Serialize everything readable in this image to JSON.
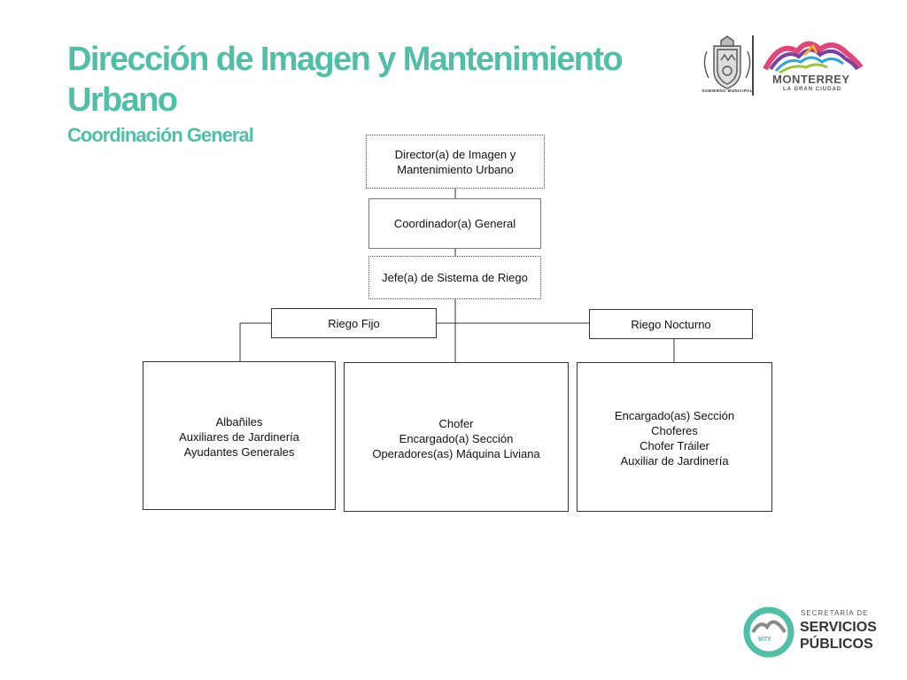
{
  "header": {
    "title": "Dirección de Imagen y Mantenimiento Urbano",
    "subtitle": "Coordinación General"
  },
  "logos": {
    "municipal_caption": "GOBIERNO MUNICIPAL",
    "city_name": "MONTERREY",
    "city_tagline": "LA GRAN CIUDAD",
    "secretaria_line1": "SECRETARÍA DE",
    "secretaria_line2": "SERVICIOS",
    "secretaria_line3": "PÚBLICOS",
    "secretaria_badge": "MTY"
  },
  "org": {
    "director": "Director(a) de Imagen y Mantenimiento Urbano",
    "coordinator": "Coordinador(a) General",
    "jefe": "Jefe(a) de Sistema de Riego",
    "riego_fijo": "Riego Fijo",
    "riego_nocturno": "Riego Nocturno",
    "left_group": [
      "Albañiles",
      "Auxiliares de Jardinería",
      "Ayudantes Generales"
    ],
    "center_group": [
      "Chofer",
      "Encargado(a) Sección",
      "Operadores(as) Máquina Liviana"
    ],
    "right_group": [
      "Encargado(as) Sección",
      "Choferes",
      "Chofer Tráiler",
      "Auxiliar de Jardinería"
    ]
  },
  "colors": {
    "accent": "#4fbfa8",
    "line": "#333333"
  }
}
